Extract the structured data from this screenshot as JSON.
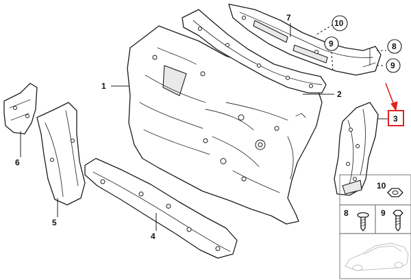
{
  "diagram": {
    "callouts": {
      "c1": "1",
      "c2": "2",
      "c3": "3",
      "c4": "4",
      "c5": "5",
      "c6": "6",
      "c7": "7",
      "c8": "8",
      "c9": "9",
      "c10": "10",
      "legend8": "8",
      "legend9": "9",
      "legend10": "10"
    },
    "colors": {
      "highlight": "#e02020",
      "line": "#1a1a1a"
    }
  }
}
